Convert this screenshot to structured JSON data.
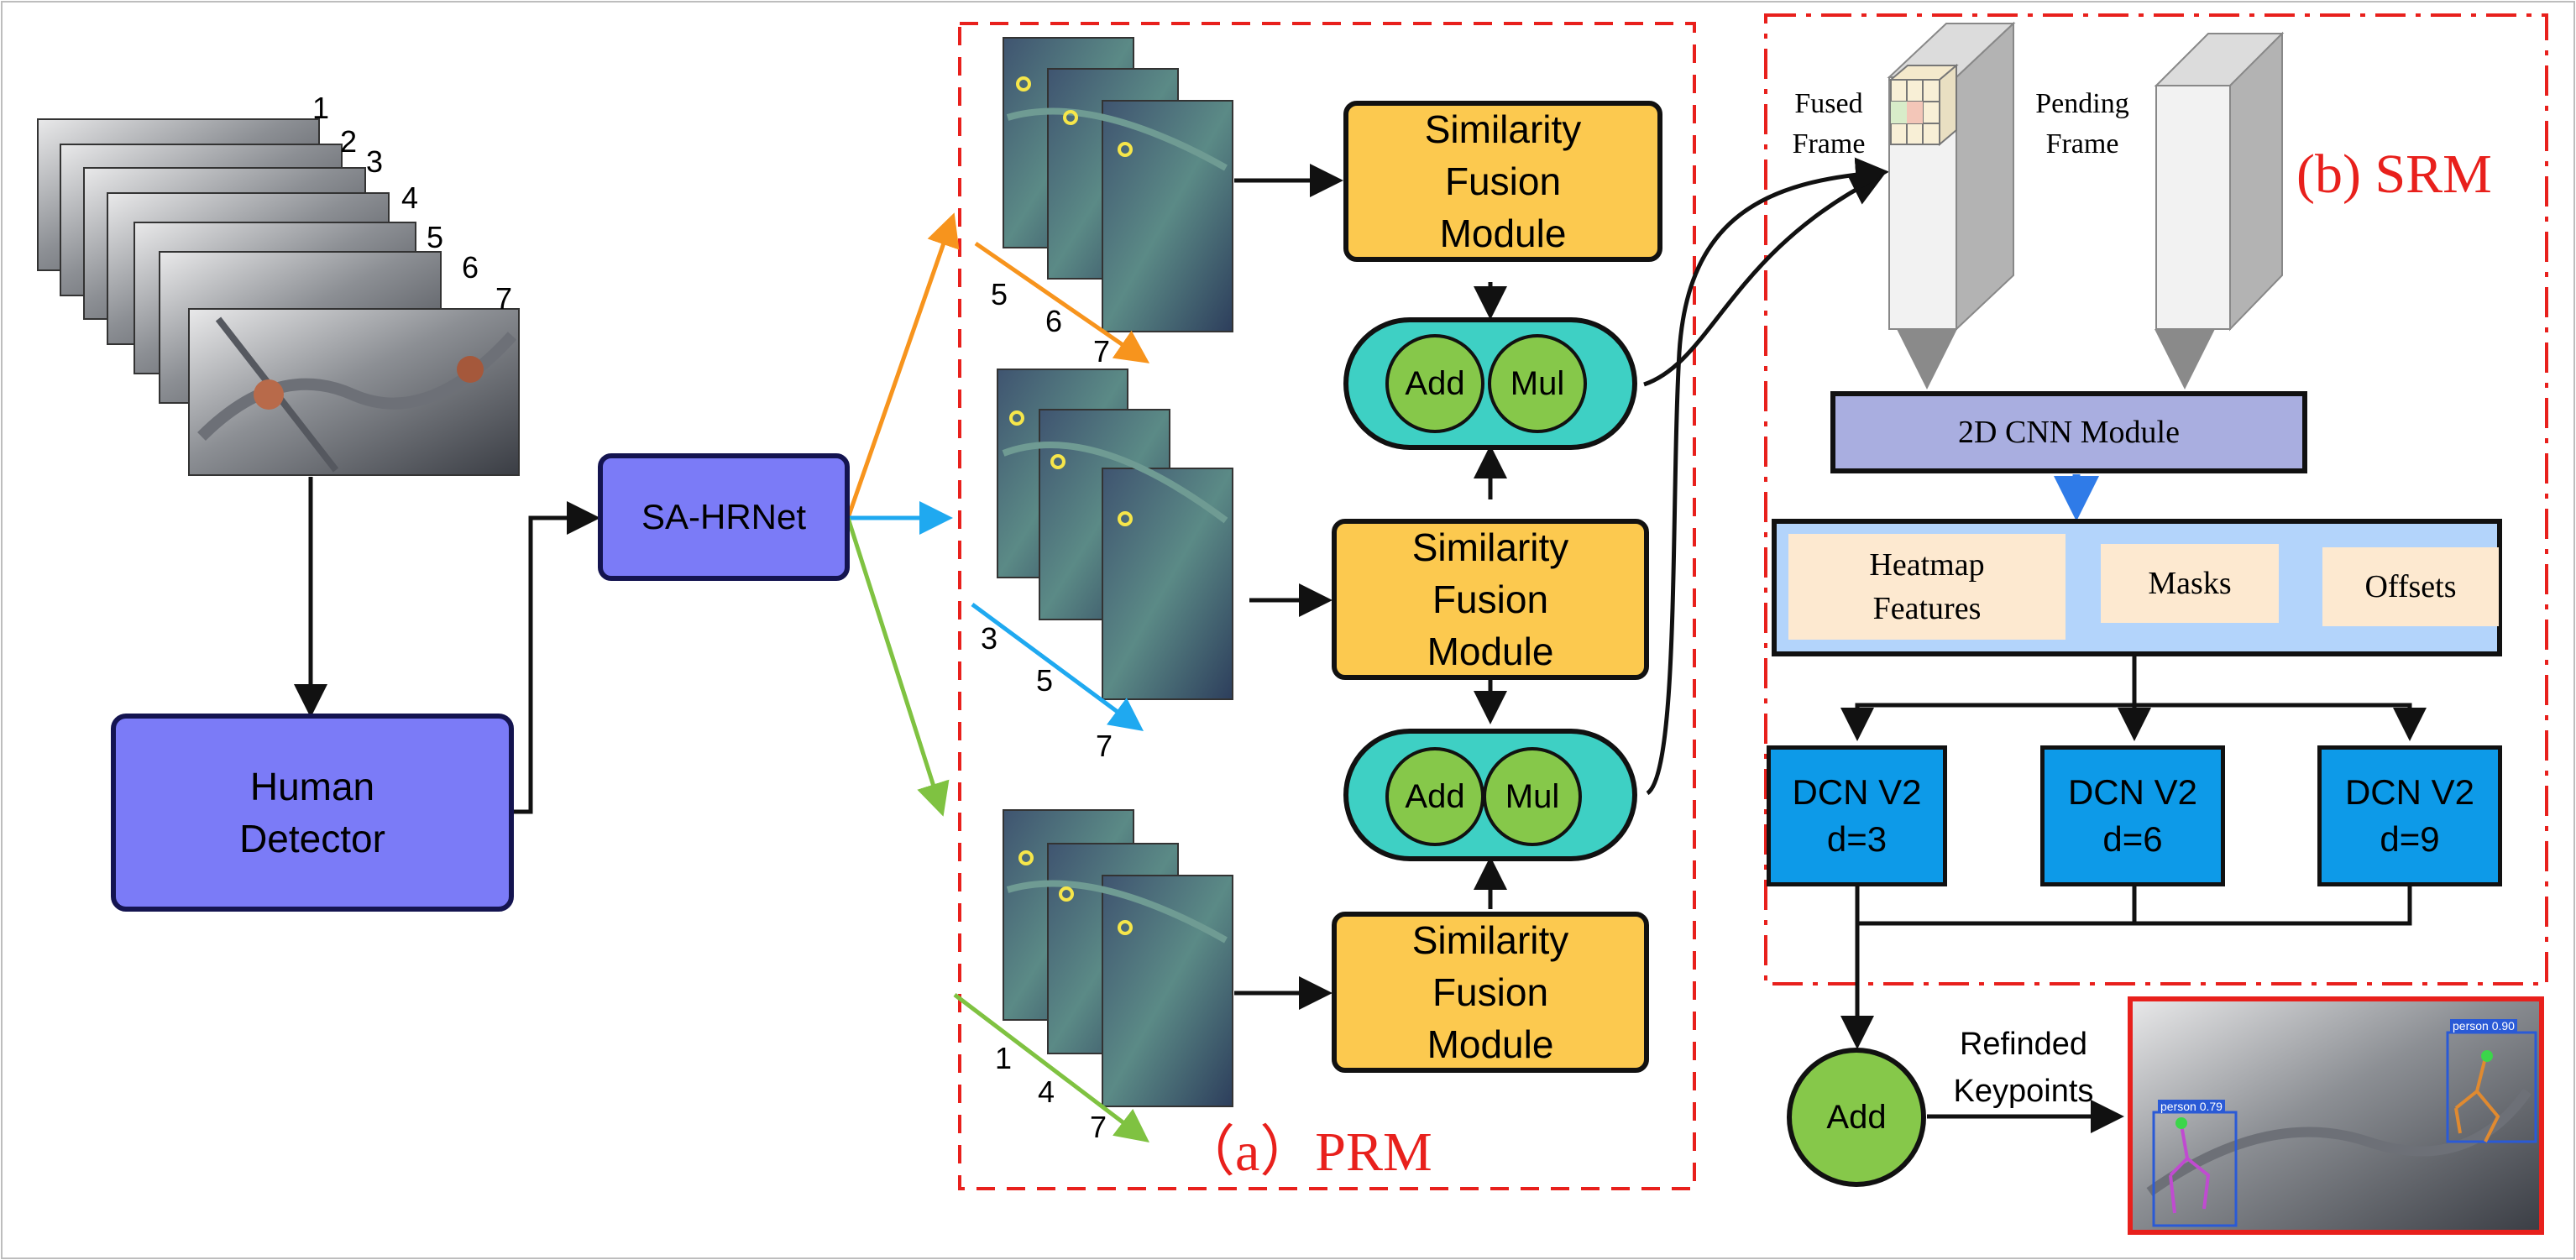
{
  "input_frames": {
    "numbers": [
      "1",
      "2",
      "3",
      "4",
      "5",
      "6",
      "7"
    ]
  },
  "human_detector": {
    "label": "Human Detector"
  },
  "sa_hrnet": {
    "label": "SA-HRNet"
  },
  "prm": {
    "title": "（a）PRM",
    "groups": [
      {
        "frame_numbers": [
          "5",
          "6",
          "7"
        ],
        "arrow_color": "#f7941d"
      },
      {
        "frame_numbers": [
          "3",
          "5",
          "7"
        ],
        "arrow_color": "#1fa9f0"
      },
      {
        "frame_numbers": [
          "1",
          "4",
          "7"
        ],
        "arrow_color": "#7fc241"
      }
    ],
    "fusion_label": "Similarity Fusion Module",
    "add_label": "Add",
    "mul_label": "Mul"
  },
  "srm": {
    "title": "(b) SRM",
    "fused_frame_label": "Fused Frame",
    "pending_frame_label": "Pending Frame",
    "cnn_label": "2D CNN Module",
    "features": [
      "Heatmap Features",
      "Masks",
      "Offsets"
    ],
    "dcn_blocks": [
      {
        "name": "DCN V2",
        "param": "d=3"
      },
      {
        "name": "DCN V2",
        "param": "d=6"
      },
      {
        "name": "DCN V2",
        "param": "d=9"
      }
    ]
  },
  "output": {
    "add_label": "Add",
    "refined_label": "Refinded Keypoints",
    "detections": [
      "person 0.79",
      "person 0.90"
    ]
  },
  "colors": {
    "detector": "#7b7bf7",
    "fusion": "#fcc94f",
    "pill": "#3ed0c4",
    "add_circle": "#86c84a",
    "cnn": "#a9aee0",
    "feature_panel": "#b3d4fb",
    "feature_box": "#fde9d0",
    "dcn": "#0d9ae8",
    "dashed_border": "#e8201c",
    "title_red": "#e8201c"
  }
}
